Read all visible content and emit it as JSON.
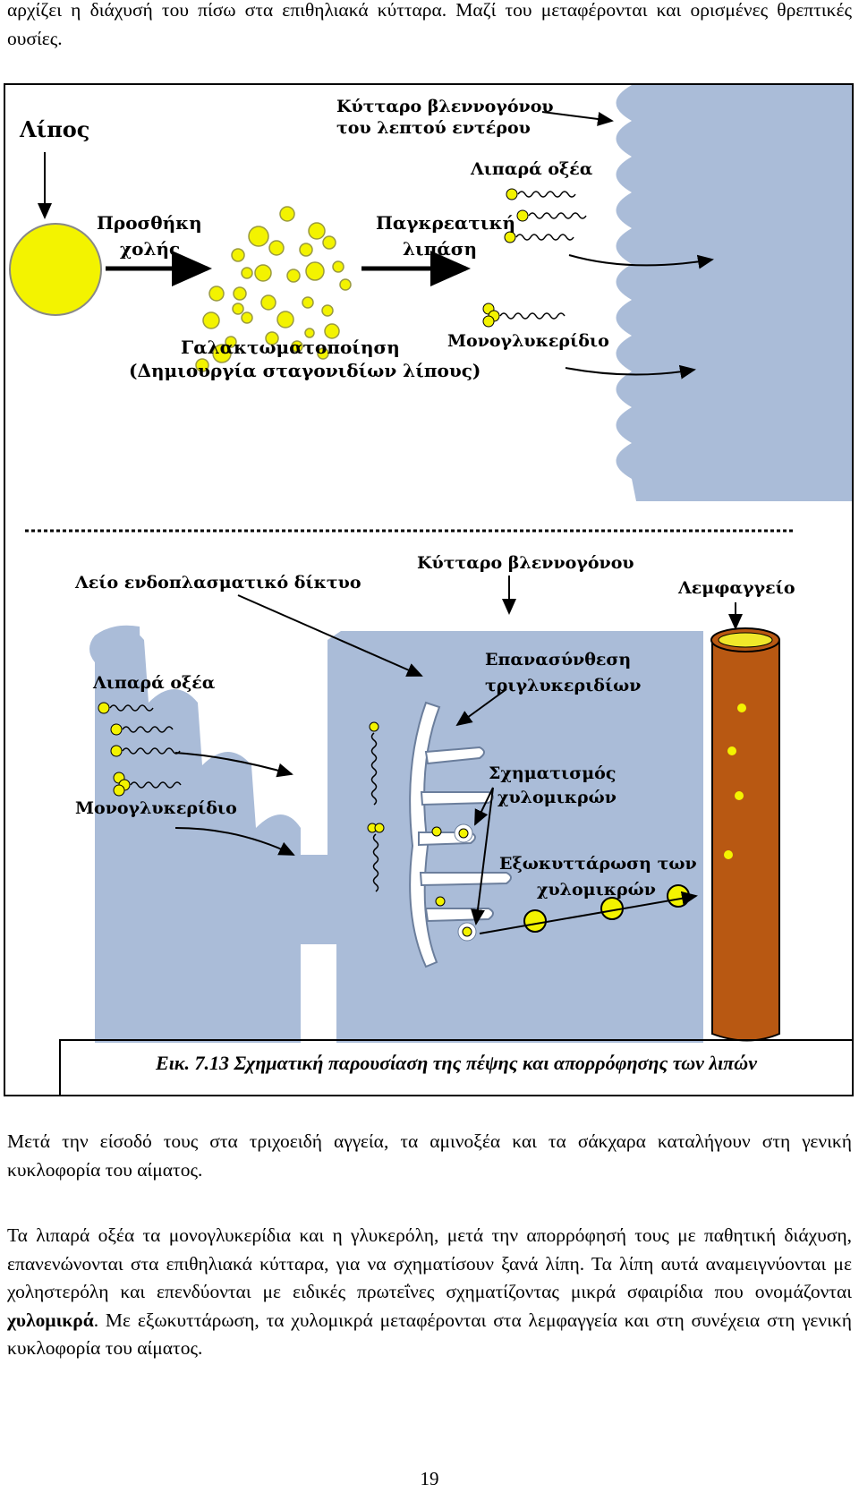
{
  "text": {
    "top_para": "αρχίζει η διάχυσή του πίσω στα επιθηλιακά κύτταρα. Μαζί του μεταφέρονται και ορισμένες θρεπτικές ουσίες.",
    "mid_para": "Μετά την είσοδό τους στα τριχοειδή αγγεία, τα αμινοξέα και τα σάκχαρα καταλήγουν στη γενική κυκλοφορία του αίματος.",
    "main_para_before": "Τα λιπαρά οξέα τα μονογλυκερίδια και η γλυκερόλη, μετά την απορρόφησή τους με παθητική διάχυση, επανενώνονται στα επιθηλιακά κύτταρα, για να σχηματίσουν ξανά λίπη. Τα λίπη αυτά αναμειγνύονται με χοληστερόλη και επενδύονται με ειδικές πρωτεΐνες σχηματίζοντας μικρά σφαιρίδια που ονομάζονται ",
    "main_para_bold": "χυλομικρά",
    "main_para_after": ". Με εξωκυττάρωση, τα χυλομικρά μεταφέρονται στα λεμφαγγεία και στη συνέχεια στη γενική κυκλοφορία του αίματος.",
    "page_number": "19"
  },
  "figure": {
    "caption": "Εικ. 7.13 Σχηματική παρουσίαση της πέψης και απορρόφησης των λιπών",
    "top_labels": {
      "fat": "Λίπος",
      "bile_1": "Προσθήκη",
      "bile_2": "χολής",
      "emulsify_1": "Γαλακτωματοποίηση",
      "emulsify_2": "(Δημιουργία σταγονιδίων λίπους)",
      "lipase_1": "Παγκρεατική",
      "lipase_2": "λιπάση",
      "cell_1": "Κύτταρο βλεννογόνου",
      "cell_2": "του λεπτού εντέρου",
      "fatty_acids": "Λιπαρά οξέα",
      "monoglyceride": "Μονογλυκερίδιο"
    },
    "bottom_labels": {
      "ser": "Λείο ενδοπλασματικό δίκτυο",
      "mucosa_cell": "Κύτταρο βλεννογόνου",
      "lymph": "Λεμφαγγείο",
      "fatty_acids": "Λιπαρά οξέα",
      "monoglyceride": "Μονογλυκερίδιο",
      "resynth_1": "Επανασύνθεση",
      "resynth_2": "τριγλυκεριδίων",
      "chylo_form_1": "Σχηματισμός",
      "chylo_form_2": "χυλομικρών",
      "exo_1": "Εξωκυττάρωση των",
      "exo_2": "χυλομικρών"
    },
    "colors": {
      "cell": "#aabcd8",
      "fat": "#f3f300",
      "lymph": "#b85812",
      "lymph_inner": "#f0e82a"
    }
  }
}
